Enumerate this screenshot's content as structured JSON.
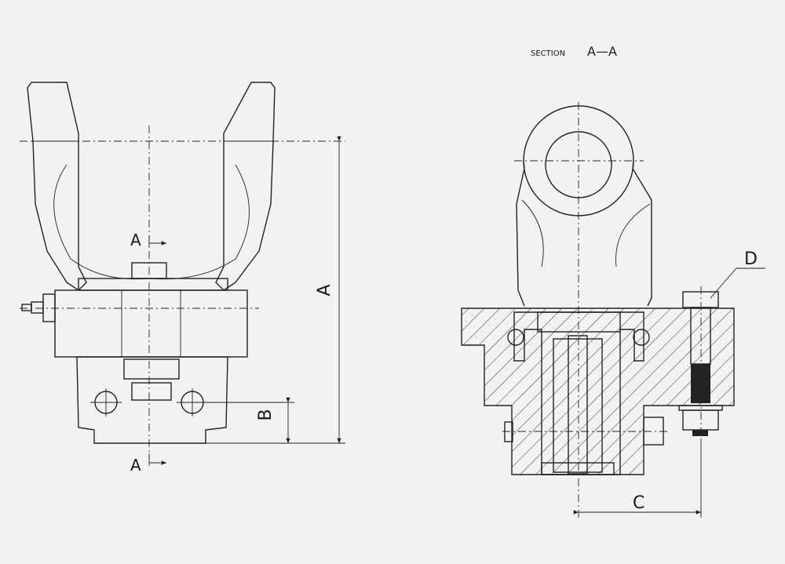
{
  "section_title": {
    "prefix": "SECTION",
    "name": "A—A"
  },
  "section_markers": {
    "top": "A",
    "bottom": "A"
  },
  "dimensions": {
    "a": "A",
    "b": "B",
    "c": "C",
    "d": "D"
  },
  "colors": {
    "background": "#f3f2f2",
    "line": "#222222"
  }
}
